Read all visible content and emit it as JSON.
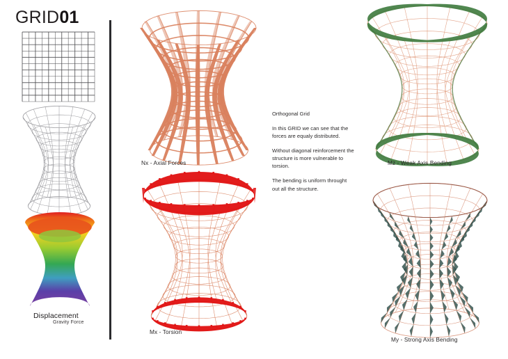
{
  "board": {
    "title_light": "GRID",
    "title_bold": "01",
    "background_color": "#ffffff",
    "divider_color": "#2b2b2e"
  },
  "palette": {
    "salmon": "#d9815e",
    "salmon_light": "#e3a188",
    "wire_gray": "#9a9a9e",
    "grid_dark": "#4a4a4d",
    "green": "#3d7a3d",
    "red": "#e01010",
    "teal": "#2f4f4a",
    "text": "#2d2b2c"
  },
  "thumbnails": {
    "grid": {
      "name": "Orthogonal Grid Mesh",
      "columns": 11,
      "rows": 11
    },
    "wireframe": {
      "name": "Hyperboloid Wireframe",
      "meridians": 16,
      "rings": 13
    },
    "displacement": {
      "caption": "Displacement",
      "sub_caption": "Gravity Force",
      "gradient_stops": [
        "#e02020",
        "#f07818",
        "#f5d020",
        "#9ccc30",
        "#34a853",
        "#2f8fd0",
        "#5a3fa8",
        "#7b3fa0"
      ]
    }
  },
  "text_block": {
    "heading": "Orthogonal Grid",
    "paragraphs": [
      "In this GRID we can see that the forces are equaly distributed.",
      "Without diagonal reinforcement the structure is more vulnerable to torsion.",
      "The bending is uniform throught out all the structure."
    ]
  },
  "diagrams": [
    {
      "id": "nx",
      "caption": "Nx - Axial Forces",
      "band_color": "#d9815e",
      "wire_color": "#d9815e",
      "band_style": "meridian",
      "band_scale": 1.0
    },
    {
      "id": "mz",
      "caption": "Mz - Weak Axis Bending",
      "band_color": "#3d7a3d",
      "wire_color": "#e09a7c",
      "band_style": "ring-edge",
      "band_scale": 1.0
    },
    {
      "id": "mx",
      "caption": "Mx - Torsion",
      "band_color": "#e01010",
      "wire_color": "#d9815e",
      "band_style": "ring-lens",
      "band_scale": 1.0
    },
    {
      "id": "my",
      "caption": "My - Strong Axis Bending",
      "band_color": "#2f4f4a",
      "wire_color": "#d9815e",
      "band_style": "zigzag",
      "band_scale": 1.0
    }
  ],
  "geometry": {
    "meridians": 16,
    "rings": 13,
    "top_radius": 1.0,
    "waist_radius": 0.42,
    "bottom_radius": 0.86,
    "height": 1.0
  }
}
